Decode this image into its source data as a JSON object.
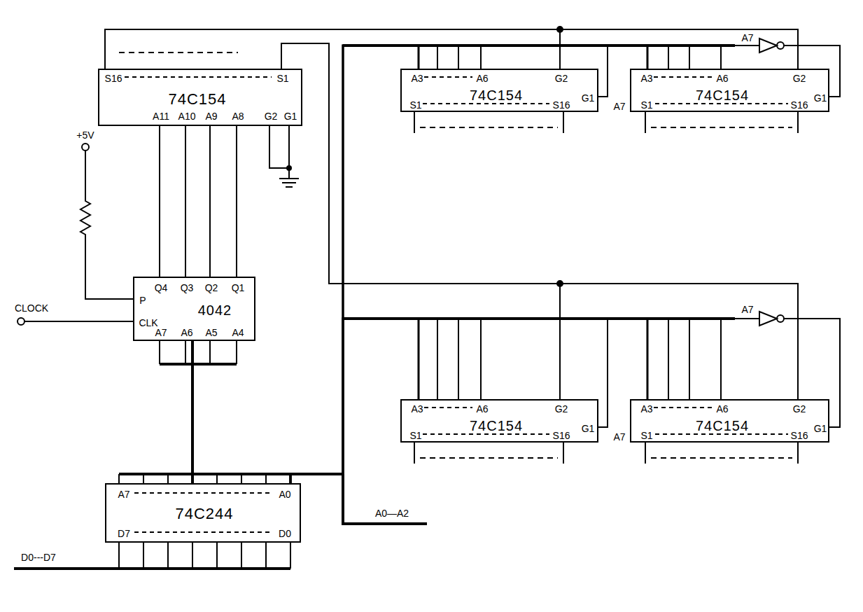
{
  "diagram": {
    "nodes": [
      {
        "text": [
          "S16",
          "S1",
          "74C154",
          "A11",
          "A10",
          "A9",
          "A8",
          "G2",
          "G1"
        ]
      },
      {
        "text": [
          "A3",
          "A6",
          "G2",
          "74C154",
          "G1",
          "S1",
          "S16"
        ]
      },
      {
        "text": [
          "A3",
          "A6",
          "G2",
          "74C154",
          "G1",
          "S1",
          "S16"
        ]
      },
      {
        "text": [
          "Q4",
          "Q3",
          "Q2",
          "Q1",
          "P",
          "CLK",
          "4042",
          "A7",
          "A6",
          "A5",
          "A4"
        ]
      },
      {
        "text": [
          "A3",
          "A6",
          "G2",
          "74C154",
          "G1",
          "S1",
          "S16"
        ]
      },
      {
        "text": [
          "A3",
          "A6",
          "G2",
          "74C154",
          "G1",
          "S1",
          "S16"
        ]
      },
      {
        "text": [
          "A7",
          "A0",
          "74C244",
          "D7",
          "D0"
        ]
      }
    ],
    "edges": [
      {
        "from": 3,
        "to": 0,
        "arrow": "none"
      },
      {
        "from": 6,
        "to": 3,
        "arrow": "none"
      },
      {
        "from": 0,
        "to": 1,
        "arrow": "none"
      },
      {
        "from": 0,
        "to": 2,
        "arrow": "none"
      },
      {
        "from": 0,
        "to": 4,
        "arrow": "none"
      },
      {
        "from": 0,
        "to": 5,
        "arrow": "none"
      },
      {
        "from": 6,
        "to": 1,
        "arrow": "none"
      },
      {
        "from": 6,
        "to": 2,
        "arrow": "none"
      },
      {
        "from": 6,
        "to": 4,
        "arrow": "none"
      },
      {
        "from": 6,
        "to": 5,
        "arrow": "none"
      }
    ],
    "labels": [
      "A7",
      "A7",
      "A7",
      "A7",
      "+5V",
      "CLOCK",
      "A0—A2",
      "D0---D7"
    ]
  }
}
